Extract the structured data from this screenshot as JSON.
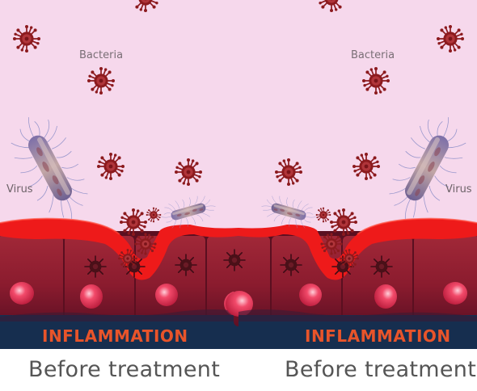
{
  "panels": [
    {
      "bacteria_label": "Bacteria",
      "virus_label": "Virus",
      "condition_label": "INFLAMMATION",
      "caption": "Before treatment"
    },
    {
      "bacteria_label": "Bacteria",
      "virus_label": "Virus",
      "condition_label": "INFLAMMATION",
      "caption": "Before treatment"
    }
  ],
  "colors": {
    "background": "#f6d8ec",
    "inflammation_red": "#ee1a1a",
    "cell": "#8e1c30",
    "nucleus": "#e2385a",
    "germ": "#8c1a1e",
    "base_band": "#162e4f",
    "condition_text": "#e8542a",
    "caption_text": "#555555"
  },
  "icons": {
    "germ": "coronavirus-icon",
    "rod": "rod-bacterium-icon"
  }
}
